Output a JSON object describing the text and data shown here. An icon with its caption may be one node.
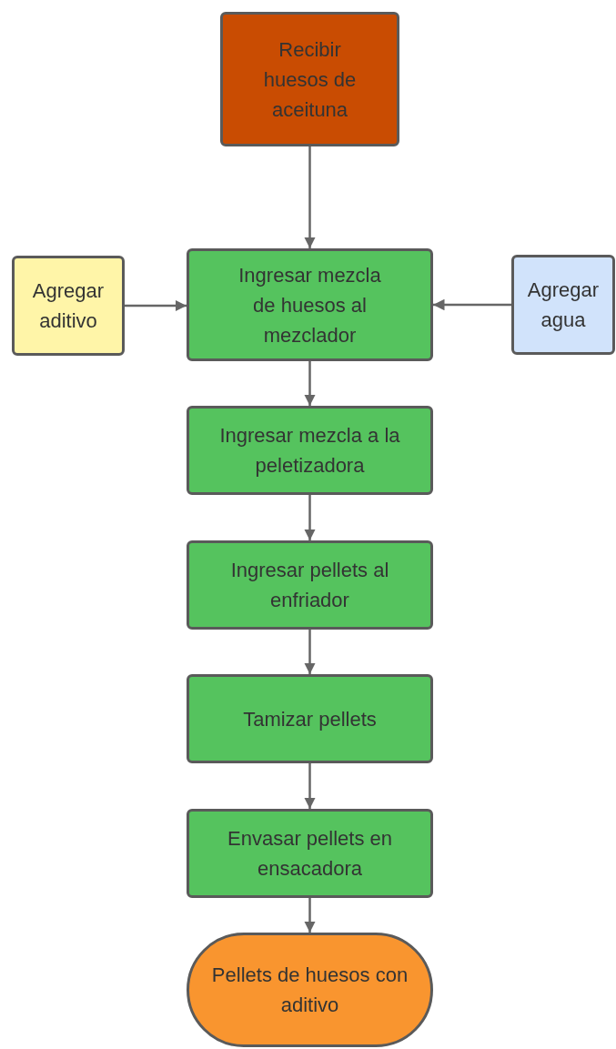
{
  "diagram": {
    "nodes": [
      {
        "text": [
          "Recibir huesos de aceituna"
        ]
      },
      {
        "text": [
          "Agregar aditivo"
        ]
      },
      {
        "text": [
          "Ingresar mezcla de huesos al mezclador"
        ]
      },
      {
        "text": [
          "Agregar agua"
        ]
      },
      {
        "text": [
          "Ingresar mezcla a la peletizadora"
        ]
      },
      {
        "text": [
          "Ingresar pellets al enfriador"
        ]
      },
      {
        "text": [
          "Tamizar pellets"
        ]
      },
      {
        "text": [
          "Envasar pellets en ensacadora"
        ]
      },
      {
        "text": [
          "Pellets de huesos con aditivo"
        ]
      }
    ],
    "edges": [
      {
        "from": 0,
        "to": 2,
        "arrow": "to"
      },
      {
        "from": 1,
        "to": 2,
        "arrow": "to"
      },
      {
        "from": 3,
        "to": 2,
        "arrow": "to"
      },
      {
        "from": 2,
        "to": 4,
        "arrow": "to"
      },
      {
        "from": 4,
        "to": 5,
        "arrow": "to"
      },
      {
        "from": 5,
        "to": 6,
        "arrow": "to"
      },
      {
        "from": 6,
        "to": 7,
        "arrow": "to"
      },
      {
        "from": 7,
        "to": 8,
        "arrow": "to"
      }
    ]
  }
}
